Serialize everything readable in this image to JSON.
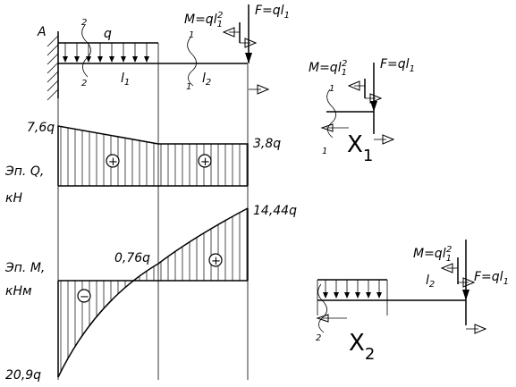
{
  "support": {
    "label": "A"
  },
  "loads": {
    "q": "q",
    "moment": "M=ql",
    "moment_sub": "1",
    "moment_sup": "2",
    "force": "F=ql",
    "force_sub": "1",
    "span1": "l",
    "span1_sub": "1",
    "span2": "l",
    "span2_sub": "2",
    "section1": "1",
    "section2": "2"
  },
  "shear_diagram": {
    "title": "Эп. Q,",
    "unit": "кН",
    "left_value": "7,6q",
    "right_value": "3,8q",
    "sign1": "+",
    "sign2": "+"
  },
  "moment_diagram": {
    "title": "Эп. M,",
    "unit": "кНм",
    "right_value": "14,44q",
    "mid_value": "0,76q",
    "left_value": "20,9q",
    "sign_neg": "−",
    "sign_pos": "+"
  },
  "section_x1": {
    "moment": "M=ql",
    "moment_sub": "1",
    "moment_sup": "2",
    "force": "F=ql",
    "force_sub": "1",
    "cut": "1",
    "var": "X",
    "var_sub": "1"
  },
  "section_x2": {
    "moment": "M=ql",
    "moment_sub": "1",
    "moment_sup": "2",
    "force": "F=ql",
    "force_sub": "1",
    "span": "l",
    "span_sub": "2",
    "cut": "2",
    "var": "X",
    "var_sub": "2"
  }
}
